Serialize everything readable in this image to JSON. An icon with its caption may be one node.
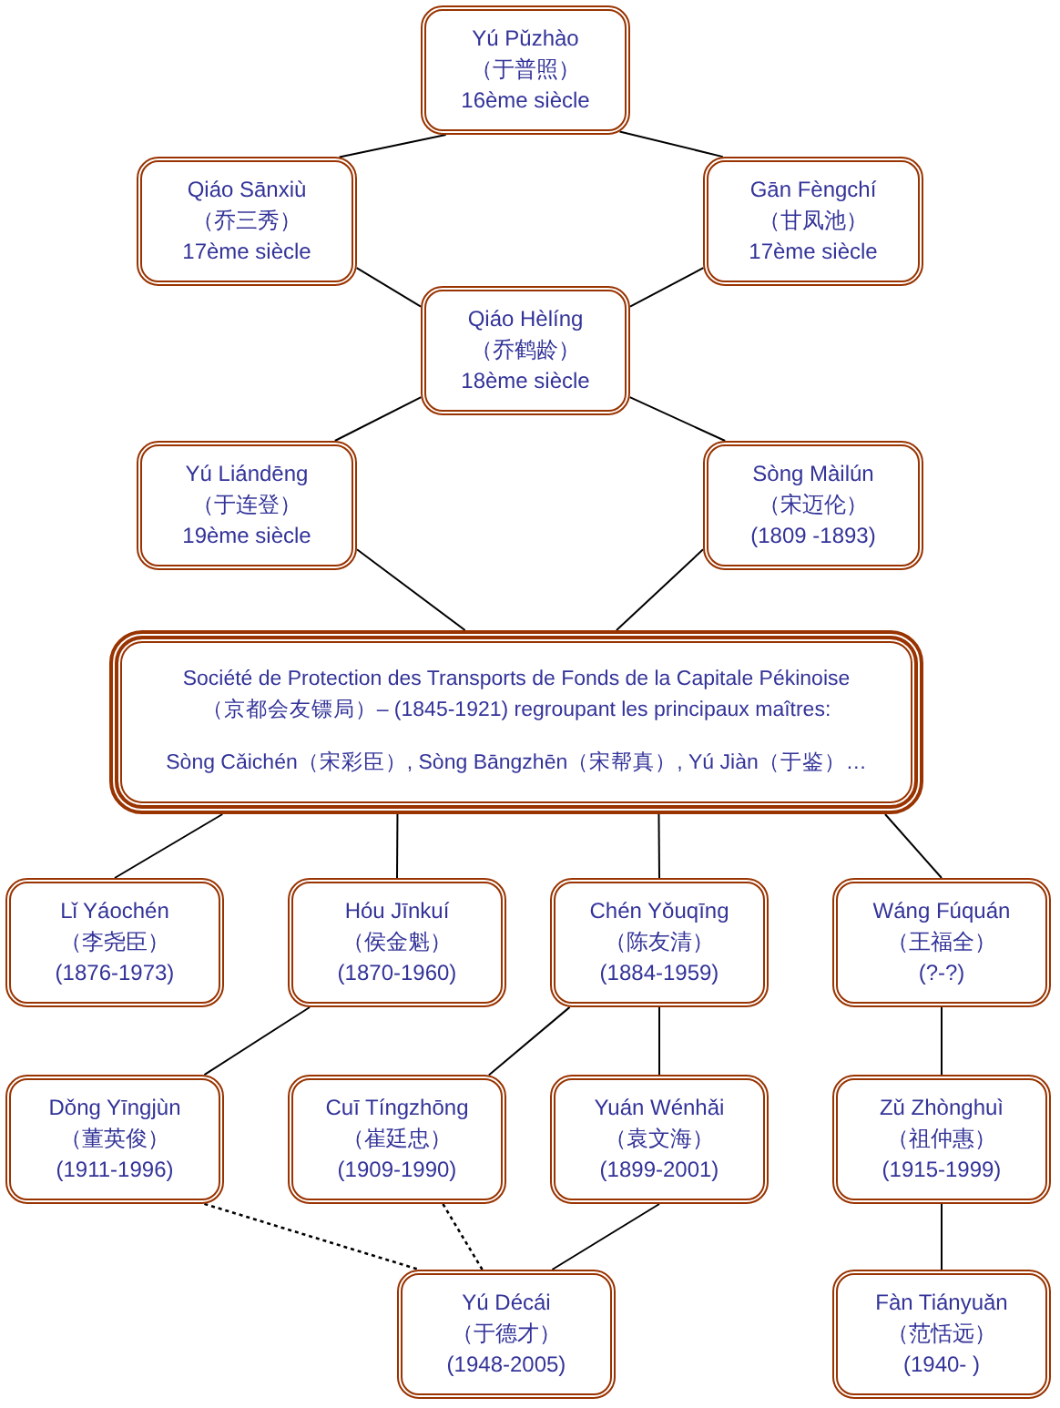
{
  "diagram": {
    "nodes": [
      {
        "text": [
          "Yú Pǔzhào",
          "（于普照）",
          "16ème siècle"
        ]
      },
      {
        "text": [
          "Qiáo Sānxiù",
          "（乔三秀）",
          "17ème siècle"
        ]
      },
      {
        "text": [
          "Gān Fèngchí",
          "（甘凤池）",
          "17ème siècle"
        ]
      },
      {
        "text": [
          "Qiáo Hèlíng",
          "（乔鹤龄）",
          "18ème siècle"
        ]
      },
      {
        "text": [
          "Yú Liándēng",
          "（于连登）",
          "19ème siècle"
        ]
      },
      {
        "text": [
          "Sòng Màilún",
          "（宋迈伦）",
          "(1809 -1893)"
        ]
      },
      {
        "text": [
          "Société de Protection des Transports de Fonds de la Capitale Pékinoise （京都会友镖局）– (1845-1921) regroupant les principaux maîtres:",
          "Sòng Cǎichén（宋彩臣）, Sòng Bāngzhēn（宋帮真）, Yú Jiàn（于鉴）…"
        ]
      },
      {
        "text": [
          "Lǐ Yáochén",
          "（李尧臣）",
          "(1876-1973)"
        ]
      },
      {
        "text": [
          "Hóu Jīnkuí",
          "（侯金魁）",
          "(1870-1960)"
        ]
      },
      {
        "text": [
          "Chén Yǒuqīng",
          "（陈友清）",
          "(1884-1959)"
        ]
      },
      {
        "text": [
          "Wáng Fúquán",
          "（王福全）",
          "(?-?)"
        ]
      },
      {
        "text": [
          "Dǒng Yīngjùn",
          "（董英俊）",
          "(1911-1996)"
        ]
      },
      {
        "text": [
          "Cuī Tíngzhōng",
          "（崔廷忠）",
          "(1909-1990)"
        ]
      },
      {
        "text": [
          "Yuán Wénhǎi",
          "（袁文海）",
          "(1899-2001)"
        ]
      },
      {
        "text": [
          "Zǔ Zhònghuì",
          "（祖仲惠）",
          "(1915-1999)"
        ]
      },
      {
        "text": [
          "Yú Décái",
          "（于德才）",
          "(1948-2005)"
        ]
      },
      {
        "text": [
          "Fàn Tiányuǎn",
          "（范恬远）",
          "(1940- )"
        ]
      }
    ],
    "edges": [
      {
        "from": 0,
        "to": 1,
        "arrow": "none"
      },
      {
        "from": 0,
        "to": 2,
        "arrow": "none"
      },
      {
        "from": 1,
        "to": 3,
        "arrow": "none"
      },
      {
        "from": 2,
        "to": 3,
        "arrow": "none"
      },
      {
        "from": 3,
        "to": 4,
        "arrow": "none"
      },
      {
        "from": 3,
        "to": 5,
        "arrow": "none"
      },
      {
        "from": 4,
        "to": 6,
        "arrow": "none"
      },
      {
        "from": 5,
        "to": 6,
        "arrow": "none"
      },
      {
        "from": 6,
        "to": 7,
        "arrow": "none"
      },
      {
        "from": 6,
        "to": 8,
        "arrow": "none"
      },
      {
        "from": 6,
        "to": 9,
        "arrow": "none"
      },
      {
        "from": 6,
        "to": 10,
        "arrow": "none"
      },
      {
        "from": 8,
        "to": 11,
        "arrow": "none"
      },
      {
        "from": 9,
        "to": 12,
        "arrow": "none"
      },
      {
        "from": 9,
        "to": 13,
        "arrow": "none"
      },
      {
        "from": 10,
        "to": 14,
        "arrow": "none"
      },
      {
        "from": 11,
        "to": 15,
        "arrow": "none",
        "style": "dashed"
      },
      {
        "from": 12,
        "to": 15,
        "arrow": "none",
        "style": "dashed"
      },
      {
        "from": 13,
        "to": 15,
        "arrow": "none"
      },
      {
        "from": 14,
        "to": 16,
        "arrow": "none"
      }
    ]
  }
}
